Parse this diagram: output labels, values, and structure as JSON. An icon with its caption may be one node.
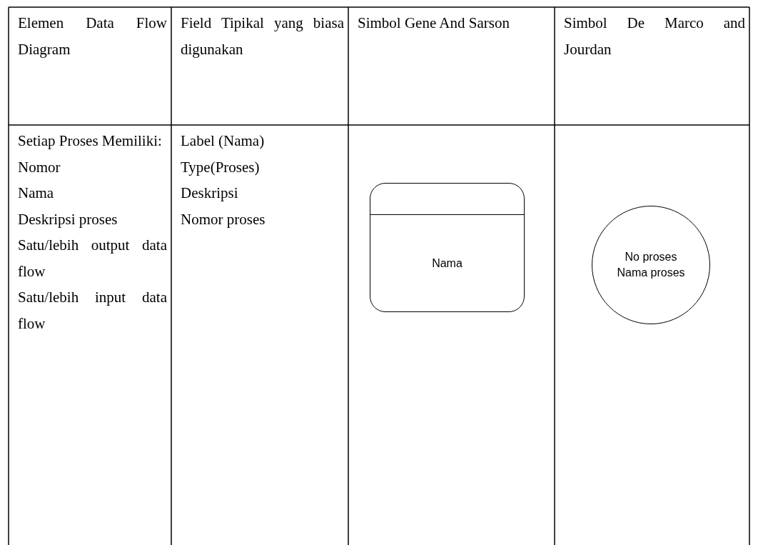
{
  "diagram": {
    "nodes": [
      {
        "text": [
          "Nama"
        ]
      },
      {
        "text": [
          "No proses Nama proses"
        ]
      }
    ],
    "edges": [],
    "labels": [
      "Elemen Data Flow Diagram",
      "Field Tipikal yang biasa digunakan",
      "Simbol Gene And Sarson",
      "Simbol De Marco and Jourdan",
      "Setiap Proses Memiliki:",
      "Nomor",
      "Nama",
      "Deskripsi proses",
      "Satu/lebih output data flow",
      "Satu/lebih input data flow",
      "Label (Nama)",
      "Type(Proses)",
      "Deskripsi",
      "Nomor proses"
    ]
  }
}
